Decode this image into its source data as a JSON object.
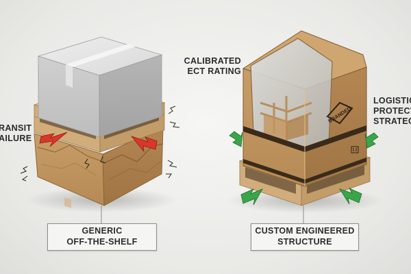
{
  "left_panel": {
    "callout_lines": [
      "RANSIT",
      "AILURE"
    ],
    "caption_lines": [
      "GENERIC",
      "OFF-THE-SHELF"
    ]
  },
  "right_panel": {
    "top_callout_lines": [
      "CALIBRATED",
      "ECT RATING"
    ],
    "side_callout_lines": [
      "LOGISTIC",
      "PROTECT",
      "STRATEG"
    ],
    "caption_lines": [
      "CUSTOM ENGINEERED",
      "STRUCTURE"
    ],
    "box_brand_badge": "BRANDED"
  },
  "colors": {
    "kraft": "#c49a64",
    "kraft_dark": "#a87d4b",
    "white_box": "#dcdcdc",
    "red_arrow": "#d9372a",
    "green_arrow": "#3aa64a",
    "pallet_wood": "#d8b68a"
  },
  "icons": [
    "red-arrow-icon",
    "green-arrow-icon",
    "crack-mark-icon",
    "branded-badge-icon",
    "up-arrows-handling-icon"
  ]
}
